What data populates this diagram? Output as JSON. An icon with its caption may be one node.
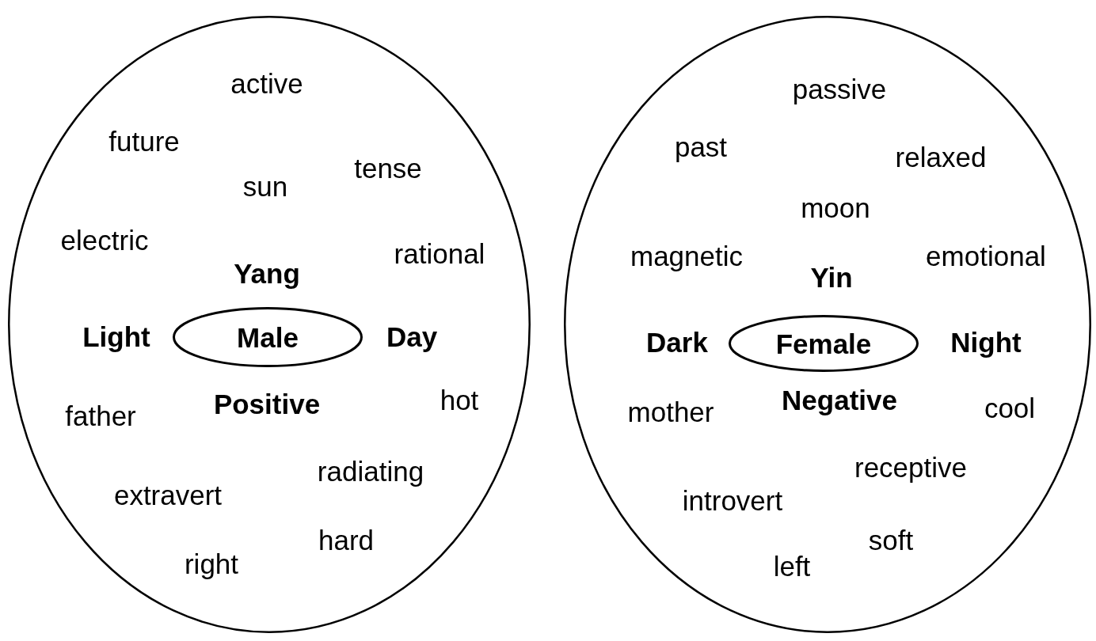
{
  "diagram": {
    "nodes": [
      {
        "text": [
          "active",
          "future",
          "sun",
          "tense",
          "electric",
          "Yang",
          "rational",
          "Light",
          "Day",
          "father",
          "Positive",
          "hot",
          "radiating",
          "extravert",
          "hard",
          "right"
        ]
      },
      {
        "text": [
          "Male"
        ],
        "in": 0
      },
      {
        "text": [
          "passive",
          "past",
          "relaxed",
          "moon",
          "magnetic",
          "Yin",
          "emotional",
          "Dark",
          "Night",
          "Negative",
          "mother",
          "cool",
          "receptive",
          "introvert",
          "soft",
          "left"
        ]
      },
      {
        "text": [
          "Female"
        ],
        "in": 2
      }
    ]
  }
}
